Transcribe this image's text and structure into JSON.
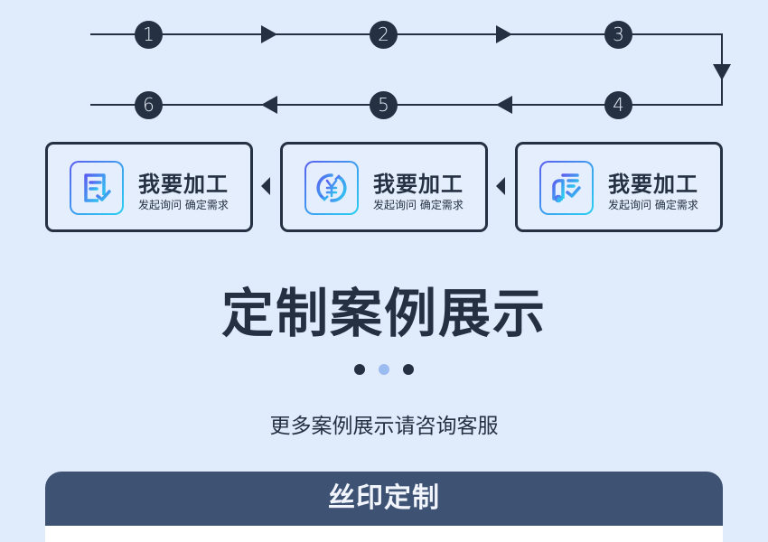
{
  "flow": {
    "steps": [
      "1",
      "2",
      "3",
      "4",
      "5",
      "6"
    ]
  },
  "cards": [
    {
      "title": "我要加工",
      "subtitle": "发起询问 确定需求",
      "icon": "checklist-icon"
    },
    {
      "title": "我要加工",
      "subtitle": "发起询问 确定需求",
      "icon": "yuan-exchange-icon"
    },
    {
      "title": "我要加工",
      "subtitle": "发起询问 确定需求",
      "icon": "delivery-checklist-icon"
    }
  ],
  "showcase": {
    "title": "定制案例展示",
    "subtitle": "更多案例展示请咨询客服",
    "dots": 3,
    "active_dot": 1
  },
  "panel": {
    "title": "丝印定制"
  },
  "colors": {
    "background": "#e0ecfc",
    "primary": "#253143",
    "panel_header": "#3e5274",
    "dot_active": "#9bbcf0",
    "icon_gradient_start": "#5a5ef0",
    "icon_gradient_end": "#2ad0f0"
  }
}
